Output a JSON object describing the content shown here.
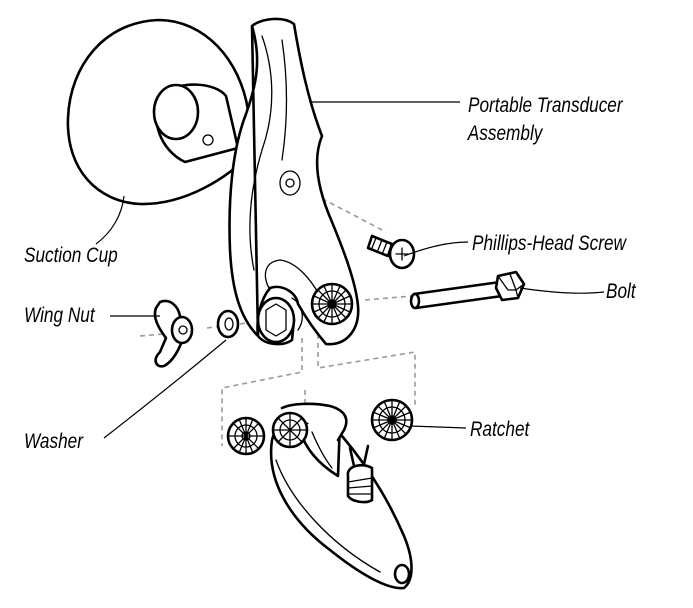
{
  "labels": {
    "transducer_line1": "Portable Transducer",
    "transducer_line2": "Assembly",
    "suction_cup": "Suction Cup",
    "phillips_screw": "Phillips-Head Screw",
    "wing_nut": "Wing Nut",
    "bolt": "Bolt",
    "washer": "Washer",
    "ratchet": "Ratchet"
  },
  "colors": {
    "ink": "#000000",
    "guide_dashes": "#9a9a9a",
    "background": "#ffffff"
  }
}
